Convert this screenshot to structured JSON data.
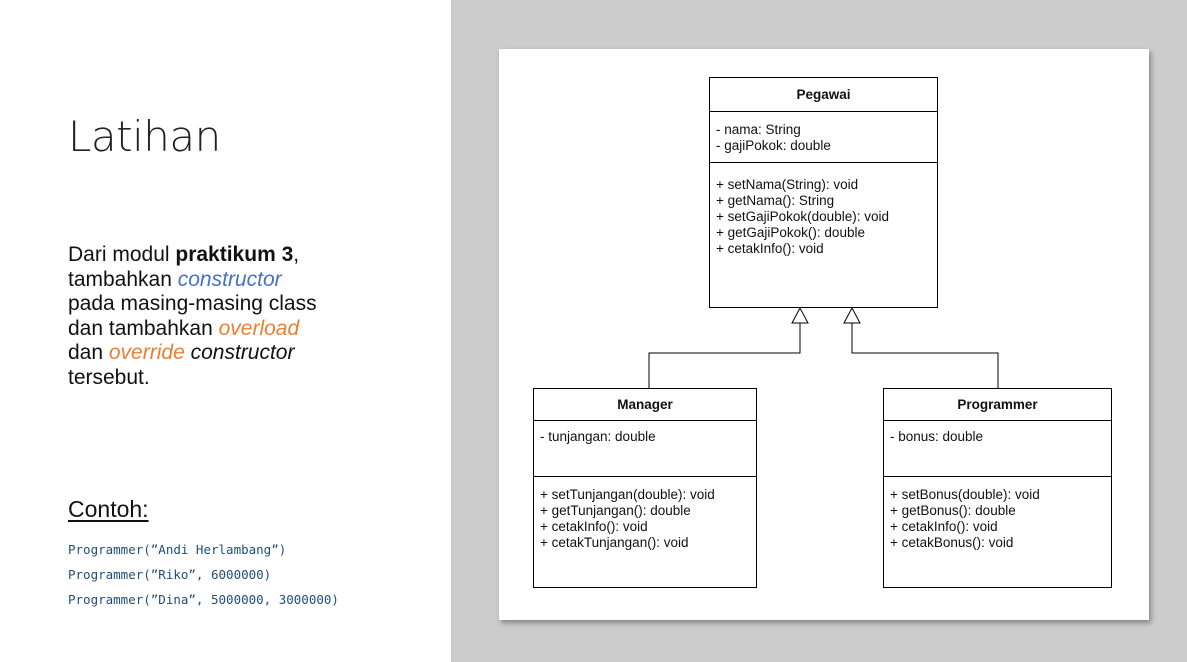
{
  "slide": {
    "title": "Latihan",
    "paragraph": {
      "t1": "Dari modul ",
      "t2": "praktikum 3",
      "t3": ",",
      "t4": "tambahkan ",
      "t5": "constructor",
      "t6": "pada masing-masing class",
      "t7": "dan tambahkan ",
      "t8": "overload",
      "t9": "dan ",
      "t10": "override",
      "t11": " constructor",
      "t12": "tersebut."
    },
    "example_heading": "Contoh:",
    "examples": [
      "Programmer(”Andi Herlambang”)",
      "Programmer(”Riko”, 6000000)",
      "Programmer(”Dina”, 5000000, 3000000)"
    ],
    "colors": {
      "accent_blue": "#4472c4",
      "accent_orange": "#ed7d31",
      "code": "#1f4e79"
    }
  },
  "diagram": {
    "pegawai": {
      "name": "Pegawai",
      "attributes": [
        "- nama: String",
        "- gajiPokok: double"
      ],
      "operations": [
        "+ setNama(String): void",
        "+ getNama(): String",
        "+ setGajiPokok(double): void",
        "+ getGajiPokok(): double",
        "+ cetakInfo(): void"
      ]
    },
    "manager": {
      "name": "Manager",
      "attributes": [
        "- tunjangan: double"
      ],
      "operations": [
        "+ setTunjangan(double): void",
        "+ getTunjangan(): double",
        "+ cetakInfo(): void",
        "+ cetakTunjangan(): void"
      ]
    },
    "programmer": {
      "name": "Programmer",
      "attributes": [
        "- bonus: double"
      ],
      "operations": [
        "+ setBonus(double): void",
        "+ getBonus(): double",
        "+ cetakInfo(): void",
        "+ cetakBonus(): void"
      ]
    }
  }
}
